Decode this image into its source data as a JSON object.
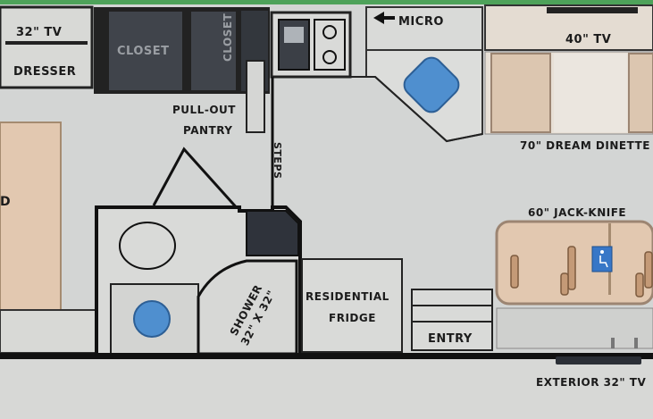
{
  "plan": {
    "labels": {
      "tv_32": "32\" TV",
      "dresser": "DRESSER",
      "closet_left": "CLOSET",
      "closet_right": "CLOSET",
      "micro": "MICRO",
      "tv_40": "40\" TV",
      "pullout_pantry_line1": "PULL-OUT",
      "pullout_pantry_line2": "PANTRY",
      "steps": "STEPS",
      "dream_dinette": "70\" DREAM DINETTE",
      "bed_fragment": "D",
      "jackknife": "60\" JACK-KNIFE",
      "shower_line1": "SHOWER",
      "shower_line2": "32\" X 32\"",
      "fridge_line1": "RESIDENTIAL",
      "fridge_line2": "FRIDGE",
      "entry": "ENTRY",
      "exterior_tv": "EXTERIOR 32\" TV"
    },
    "colors": {
      "floor": "#d3d5d4",
      "wall": "#111111",
      "cabinet": "#d9dad8",
      "tan_furniture": "#e2c8b0",
      "closet_fill": "#3d4148",
      "blue_sink": "#4f8fcf",
      "appliance_dark": "#2c3038"
    },
    "icons": {
      "wheelchair": "wheelchair-icon",
      "arrow": "arrow-left-icon"
    }
  }
}
